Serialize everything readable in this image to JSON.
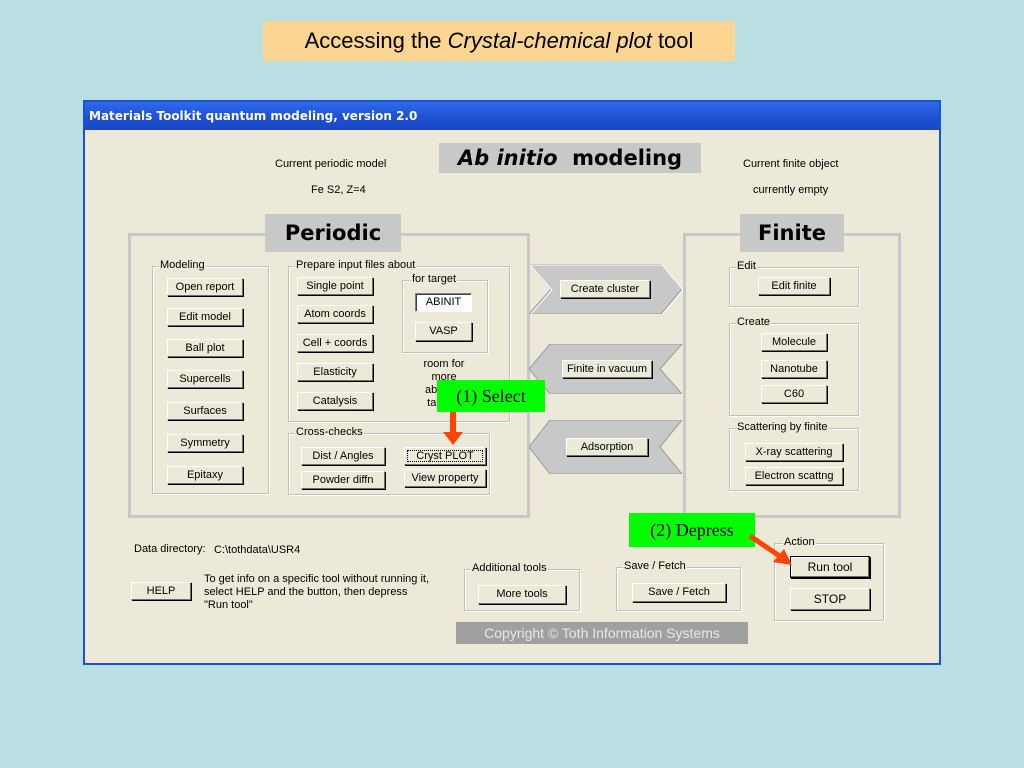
{
  "slide_title": {
    "prefix": "Accessing the ",
    "italic": "Crystal-chemical plot",
    "suffix": " tool"
  },
  "window": {
    "title": "Materials Toolkit quantum modeling, version 2.0"
  },
  "header": {
    "current_periodic_label": "Current periodic model",
    "current_periodic_value": "Fe S2, Z=4",
    "modeling_italic": "Ab initio",
    "modeling_rest": "modeling",
    "current_finite_label": "Current finite object",
    "current_finite_value": "currently empty"
  },
  "periodic": {
    "heading": "Periodic",
    "modeling_group": {
      "caption": "Modeling",
      "buttons": [
        "Open report",
        "Edit model",
        "Ball plot",
        "Supercells",
        "Surfaces",
        "Symmetry",
        "Epitaxy"
      ]
    },
    "prepare_group": {
      "caption": "Prepare input files about",
      "buttons": [
        "Single point",
        "Atom coords",
        "Cell + coords",
        "Elasticity",
        "Catalysis"
      ]
    },
    "target_group": {
      "caption": "for target",
      "fields": [
        "ABINIT"
      ],
      "buttons": [
        "VASP"
      ]
    },
    "room_text": [
      "room for",
      "more",
      "ab initio",
      "targets"
    ],
    "crosschecks_group": {
      "caption": "Cross-checks",
      "buttons": [
        "Dist / Angles",
        "Cryst PLOT",
        "Powder diffn",
        "View property"
      ]
    }
  },
  "arrows": [
    "Create cluster",
    "Finite in vacuum",
    "Adsorption"
  ],
  "finite": {
    "heading": "Finite",
    "edit_group": {
      "caption": "Edit",
      "buttons": [
        "Edit finite"
      ]
    },
    "create_group": {
      "caption": "Create",
      "buttons": [
        "Molecule",
        "Nanotube",
        "C60"
      ]
    },
    "scattering_group": {
      "caption": "Scattering by finite",
      "buttons": [
        "X-ray scattering",
        "Electron scattng"
      ]
    }
  },
  "footer": {
    "data_dir_label": "Data directory:",
    "data_dir_value": "C:\\tothdata\\USR4",
    "help_button": "HELP",
    "help_text": [
      "To get info on a specific tool without running it,",
      "select HELP and the button, then depress",
      "\"Run tool\""
    ],
    "additional_caption": "Additional tools",
    "more_tools": "More tools",
    "save_caption": "Save / Fetch",
    "save_button": "Save / Fetch",
    "action_caption": "Action",
    "run_tool": "Run tool",
    "stop": "STOP",
    "copyright": "Copyright © Toth Information Systems"
  },
  "annotations": {
    "select": "(1) Select",
    "depress": "(2) Depress"
  },
  "colors": {
    "background": "#b9dfe2",
    "title_box": "#fcd592",
    "annotation": "#00ff00",
    "arrow": "#ff4400",
    "titlebar": "#1c4fd1"
  }
}
